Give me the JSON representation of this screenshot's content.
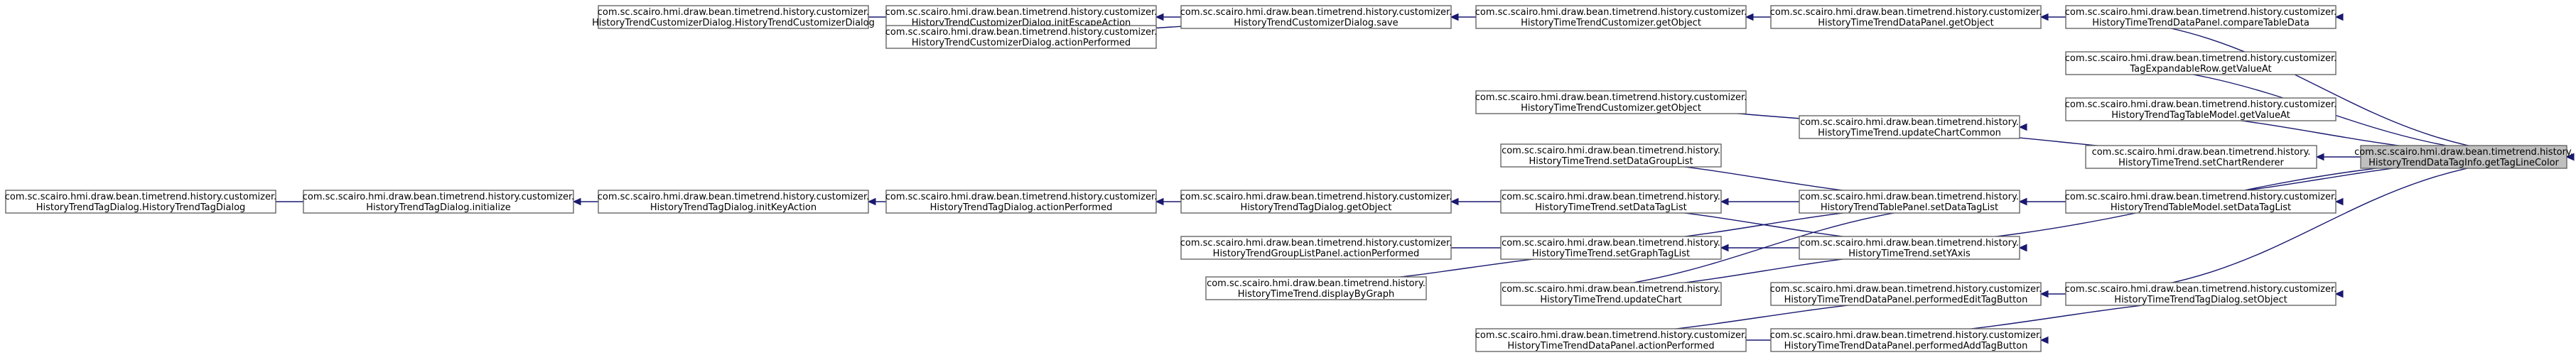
{
  "diagram": {
    "type": "caller-graph",
    "colors": {
      "edge": "#191970",
      "node_border": "#666666",
      "focus_fill": "#bfbfbf",
      "node_fill": "#ffffff"
    },
    "nodes": [
      {
        "id": "getTagLineColor",
        "lines": [
          "com.sc.scairo.hmi.draw.bean.timetrend.history.",
          "HistoryTrendDataTagInfo.getTagLineColor"
        ],
        "focus": true
      },
      {
        "id": "compareTableData",
        "lines": [
          "com.sc.scairo.hmi.draw.bean.timetrend.history.customizer.",
          "HistoryTimeTrendDataPanel.compareTableData"
        ]
      },
      {
        "id": "tagExpandableRowGetValueAt",
        "lines": [
          "com.sc.scairo.hmi.draw.bean.timetrend.history.customizer.",
          "TagExpandableRow.getValueAt"
        ]
      },
      {
        "id": "tagTableModelGetValueAt",
        "lines": [
          "com.sc.scairo.hmi.draw.bean.timetrend.history.customizer.",
          "HistoryTrendTagTableModel.getValueAt"
        ]
      },
      {
        "id": "setChartRenderer",
        "lines": [
          "com.sc.scairo.hmi.draw.bean.timetrend.history.",
          "HistoryTimeTrend.setChartRenderer"
        ]
      },
      {
        "id": "tableModelSetDataTagList",
        "lines": [
          "com.sc.scairo.hmi.draw.bean.timetrend.history.customizer.",
          "HistoryTrendTableModel.setDataTagList"
        ]
      },
      {
        "id": "setYAxis",
        "lines": [
          "com.sc.scairo.hmi.draw.bean.timetrend.history.",
          "HistoryTimeTrend.setYAxis"
        ]
      },
      {
        "id": "tagDialogSetObject",
        "lines": [
          "com.sc.scairo.hmi.draw.bean.timetrend.history.customizer.",
          "HistoryTimeTrendTagDialog.setObject"
        ]
      },
      {
        "id": "dataPanelGetObject",
        "lines": [
          "com.sc.scairo.hmi.draw.bean.timetrend.history.customizer.",
          "HistoryTimeTrendDataPanel.getObject"
        ]
      },
      {
        "id": "updateChartCommon",
        "lines": [
          "com.sc.scairo.hmi.draw.bean.timetrend.history.",
          "HistoryTimeTrend.updateChartCommon"
        ]
      },
      {
        "id": "tablePanelSetDataTagList",
        "lines": [
          "com.sc.scairo.hmi.draw.bean.timetrend.history.",
          "HistoryTrendTablePanel.setDataTagList"
        ]
      },
      {
        "id": "performedEditTagButton",
        "lines": [
          "com.sc.scairo.hmi.draw.bean.timetrend.history.customizer.",
          "HistoryTimeTrendDataPanel.performedEditTagButton"
        ]
      },
      {
        "id": "performedAddTagButton",
        "lines": [
          "com.sc.scairo.hmi.draw.bean.timetrend.history.customizer.",
          "HistoryTimeTrendDataPanel.performedAddTagButton"
        ]
      },
      {
        "id": "customizerGetObject1",
        "lines": [
          "com.sc.scairo.hmi.draw.bean.timetrend.history.customizer.",
          "HistoryTimeTrendCustomizer.getObject"
        ]
      },
      {
        "id": "customizerGetObject2",
        "lines": [
          "com.sc.scairo.hmi.draw.bean.timetrend.history.customizer.",
          "HistoryTimeTrendCustomizer.getObject"
        ]
      },
      {
        "id": "setDataGroupList",
        "lines": [
          "com.sc.scairo.hmi.draw.bean.timetrend.history.",
          "HistoryTimeTrend.setDataGroupList"
        ]
      },
      {
        "id": "trendSetDataTagList",
        "lines": [
          "com.sc.scairo.hmi.draw.bean.timetrend.history.",
          "HistoryTimeTrend.setDataTagList"
        ]
      },
      {
        "id": "setGraphTagList",
        "lines": [
          "com.sc.scairo.hmi.draw.bean.timetrend.history.",
          "HistoryTimeTrend.setGraphTagList"
        ]
      },
      {
        "id": "updateChart",
        "lines": [
          "com.sc.scairo.hmi.draw.bean.timetrend.history.",
          "HistoryTimeTrend.updateChart"
        ]
      },
      {
        "id": "dataPanelActionPerformed",
        "lines": [
          "com.sc.scairo.hmi.draw.bean.timetrend.history.customizer.",
          "HistoryTimeTrendDataPanel.actionPerformed"
        ]
      },
      {
        "id": "customizerDialogSave",
        "lines": [
          "com.sc.scairo.hmi.draw.bean.timetrend.history.customizer.",
          "HistoryTrendCustomizerDialog.save"
        ]
      },
      {
        "id": "tagDialogGetObject",
        "lines": [
          "com.sc.scairo.hmi.draw.bean.timetrend.history.customizer.",
          "HistoryTrendTagDialog.getObject"
        ]
      },
      {
        "id": "groupListPanelActionPerformed",
        "lines": [
          "com.sc.scairo.hmi.draw.bean.timetrend.history.customizer.",
          "HistoryTrendGroupListPanel.actionPerformed"
        ]
      },
      {
        "id": "displayByGraph",
        "lines": [
          "com.sc.scairo.hmi.draw.bean.timetrend.history.",
          "HistoryTimeTrend.displayByGraph"
        ]
      },
      {
        "id": "initEscapeAction",
        "lines": [
          "com.sc.scairo.hmi.draw.bean.timetrend.history.customizer.",
          "HistoryTrendCustomizerDialog.initEscapeAction"
        ]
      },
      {
        "id": "customizerDialogActionPerformed",
        "lines": [
          "com.sc.scairo.hmi.draw.bean.timetrend.history.customizer.",
          "HistoryTrendCustomizerDialog.actionPerformed"
        ]
      },
      {
        "id": "tagDialogActionPerformed",
        "lines": [
          "com.sc.scairo.hmi.draw.bean.timetrend.history.customizer.",
          "HistoryTrendTagDialog.actionPerformed"
        ]
      },
      {
        "id": "customizerDialogCtor",
        "lines": [
          "com.sc.scairo.hmi.draw.bean.timetrend.history.customizer.",
          "HistoryTrendCustomizerDialog.HistoryTrendCustomizerDialog"
        ]
      },
      {
        "id": "initKeyAction",
        "lines": [
          "com.sc.scairo.hmi.draw.bean.timetrend.history.customizer.",
          "HistoryTrendTagDialog.initKeyAction"
        ]
      },
      {
        "id": "tagDialogInitialize",
        "lines": [
          "com.sc.scairo.hmi.draw.bean.timetrend.history.customizer.",
          "HistoryTrendTagDialog.initialize"
        ]
      },
      {
        "id": "tagDialogCtor",
        "lines": [
          "com.sc.scairo.hmi.draw.bean.timetrend.history.customizer.",
          "HistoryTrendTagDialog.HistoryTrendTagDialog"
        ]
      }
    ],
    "edges": [
      {
        "from": "compareTableData",
        "to": "getTagLineColor"
      },
      {
        "from": "tagExpandableRowGetValueAt",
        "to": "getTagLineColor"
      },
      {
        "from": "tagTableModelGetValueAt",
        "to": "getTagLineColor"
      },
      {
        "from": "setChartRenderer",
        "to": "getTagLineColor"
      },
      {
        "from": "tableModelSetDataTagList",
        "to": "getTagLineColor"
      },
      {
        "from": "setYAxis",
        "to": "getTagLineColor"
      },
      {
        "from": "tagDialogSetObject",
        "to": "getTagLineColor"
      },
      {
        "from": "dataPanelGetObject",
        "to": "compareTableData"
      },
      {
        "from": "updateChartCommon",
        "to": "setChartRenderer"
      },
      {
        "from": "tablePanelSetDataTagList",
        "to": "tableModelSetDataTagList"
      },
      {
        "from": "performedEditTagButton",
        "to": "tagDialogSetObject"
      },
      {
        "from": "performedAddTagButton",
        "to": "tagDialogSetObject"
      },
      {
        "from": "customizerGetObject1",
        "to": "dataPanelGetObject"
      },
      {
        "from": "customizerGetObject2",
        "to": "updateChartCommon"
      },
      {
        "from": "setDataGroupList",
        "to": "tablePanelSetDataTagList"
      },
      {
        "from": "trendSetDataTagList",
        "to": "tablePanelSetDataTagList"
      },
      {
        "from": "setGraphTagList",
        "to": "tablePanelSetDataTagList"
      },
      {
        "from": "updateChart",
        "to": "tablePanelSetDataTagList"
      },
      {
        "from": "trendSetDataTagList",
        "to": "setYAxis"
      },
      {
        "from": "setGraphTagList",
        "to": "setYAxis"
      },
      {
        "from": "updateChart",
        "to": "setYAxis"
      },
      {
        "from": "dataPanelActionPerformed",
        "to": "performedEditTagButton"
      },
      {
        "from": "dataPanelActionPerformed",
        "to": "performedAddTagButton"
      },
      {
        "from": "customizerDialogSave",
        "to": "customizerGetObject1"
      },
      {
        "from": "tagDialogGetObject",
        "to": "trendSetDataTagList"
      },
      {
        "from": "groupListPanelActionPerformed",
        "to": "setGraphTagList"
      },
      {
        "from": "displayByGraph",
        "to": "setGraphTagList"
      },
      {
        "from": "initEscapeAction",
        "to": "customizerDialogSave"
      },
      {
        "from": "customizerDialogActionPerformed",
        "to": "customizerDialogSave"
      },
      {
        "from": "tagDialogActionPerformed",
        "to": "tagDialogGetObject"
      },
      {
        "from": "customizerDialogCtor",
        "to": "initEscapeAction"
      },
      {
        "from": "initKeyAction",
        "to": "tagDialogActionPerformed"
      },
      {
        "from": "tagDialogInitialize",
        "to": "initKeyAction"
      },
      {
        "from": "tagDialogCtor",
        "to": "tagDialogInitialize"
      }
    ]
  }
}
